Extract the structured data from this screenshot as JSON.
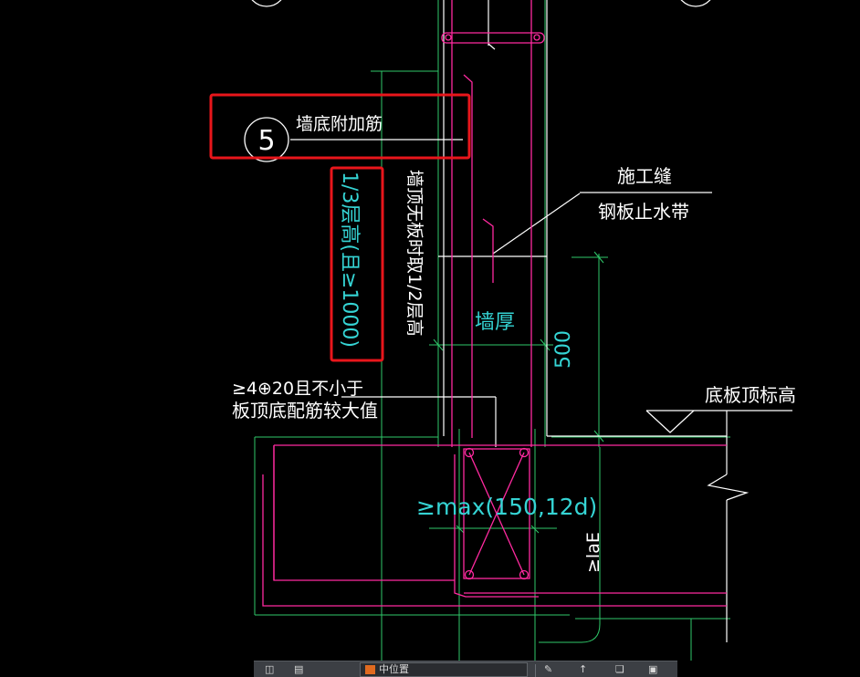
{
  "drawing": {
    "callout_number": "5",
    "wall_bottom_bar_label": "墙底附加筋",
    "construction_joint": "施工缝",
    "steel_waterstop": "钢板止水带",
    "height_rule": "1/3层高(且≥1000)",
    "no_slab_rule": "墙顶无板时取1/2层高",
    "wall_thickness": "墙厚",
    "dim_500": "500",
    "bar_requirement_line1": "≥4⊕20且不小于",
    "bar_requirement_line2": "板顶底配筋较大值",
    "slab_top_elevation": "底板顶标高",
    "spacing_rule": "≥max(150,12d)",
    "lae": "≥laE"
  },
  "colors": {
    "background": "#000000",
    "rebar": "#ff2aa0",
    "dimension": "#2fc86a",
    "outline": "#ffffff",
    "annotation": "#35d4d4",
    "highlight": "#e8161b"
  },
  "toolbar": {
    "icon_left": "layers-icon",
    "dropdown_value": "中位置",
    "tools": [
      "edit-icon",
      "pin-icon",
      "copy-icon",
      "save-icon"
    ]
  }
}
